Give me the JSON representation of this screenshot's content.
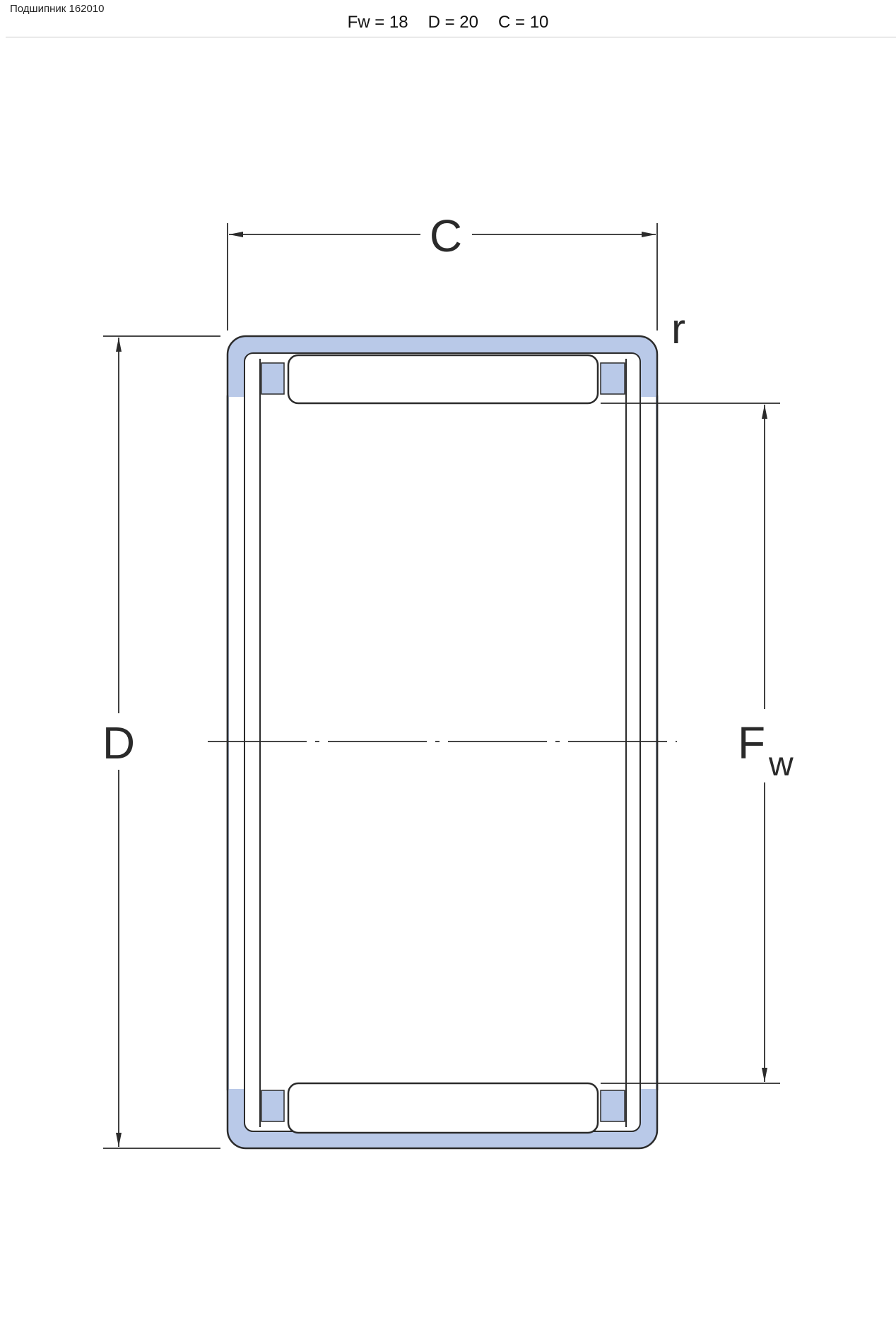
{
  "header": {
    "title": "Подшипник 162010",
    "dims": {
      "fw": "Fw = 18",
      "d": "D = 20",
      "c": "C = 10"
    }
  },
  "drawing": {
    "labels": {
      "c": "C",
      "r": "r",
      "d": "D",
      "f": "F",
      "w": "w"
    },
    "colors": {
      "stroke": "#2b2b2b",
      "fill_blue": "#b9c9e8",
      "background": "#ffffff"
    }
  }
}
